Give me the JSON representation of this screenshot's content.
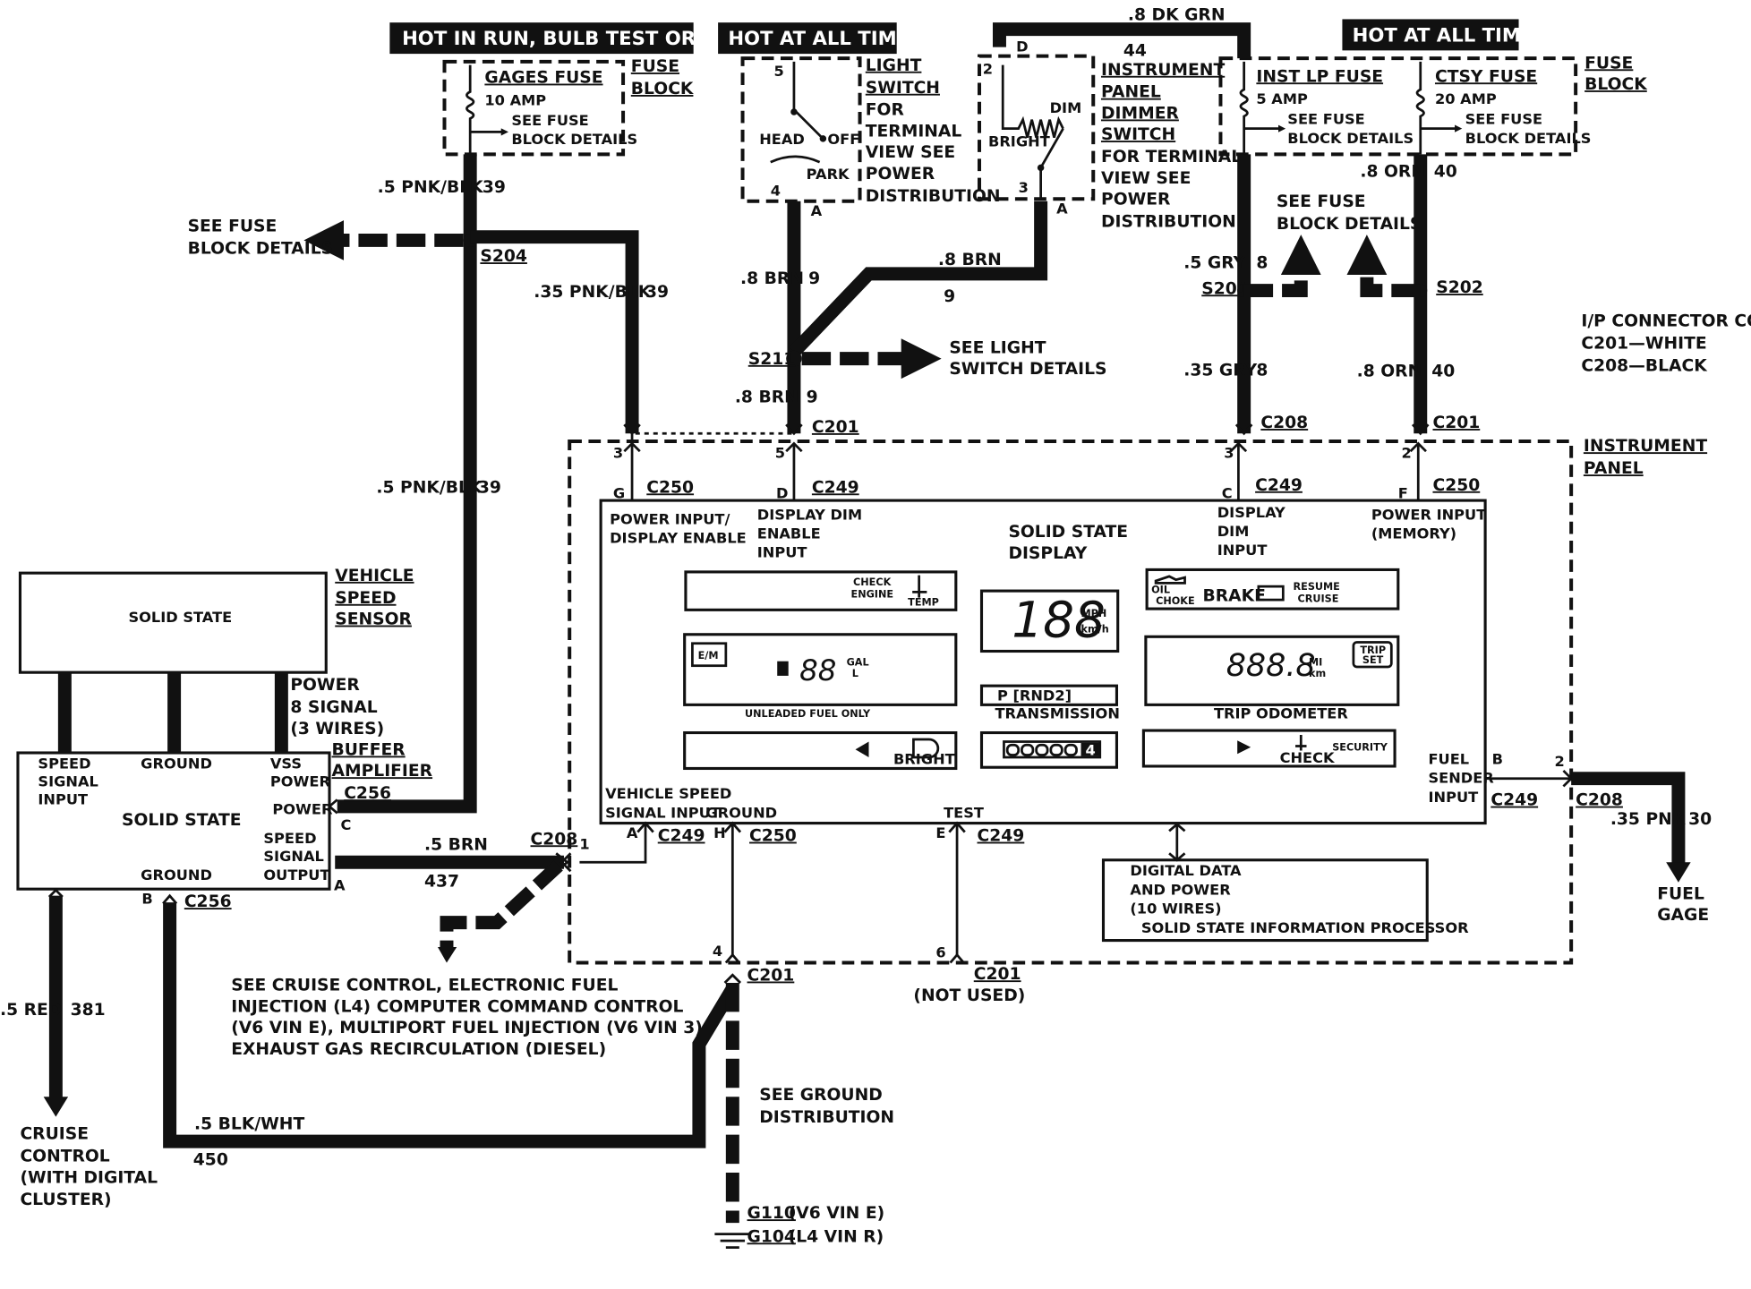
{
  "headers": {
    "hot_run": "HOT IN RUN,  BULB TEST OR START",
    "hot_all_1": "HOT AT ALL TIMES",
    "hot_all_2": "HOT AT ALL TIMES"
  },
  "fuses": {
    "gages": {
      "name": "GAGES FUSE",
      "amp": "10 AMP",
      "see1": "SEE FUSE",
      "see2": "BLOCK DETAILS"
    },
    "inst_lp": {
      "name": "INST LP FUSE",
      "amp": "5 AMP",
      "see1": "SEE FUSE",
      "see2": "BLOCK DETAILS"
    },
    "ctsy": {
      "name": "CTSY FUSE",
      "amp": "20 AMP",
      "see1": "SEE FUSE",
      "see2": "BLOCK DETAILS"
    },
    "fuse_block_l": [
      "FUSE",
      "BLOCK"
    ],
    "fuse_block_r": [
      "FUSE",
      "BLOCK"
    ]
  },
  "light_switch": {
    "lines": [
      "LIGHT",
      "SWITCH",
      "FOR",
      "TERMINAL",
      "VIEW SEE",
      "POWER",
      "DISTRIBUTION"
    ],
    "head": "HEAD",
    "off": "OFF",
    "park": "PARK",
    "pin5": "5",
    "pin4": "4",
    "pinA": "A"
  },
  "dimmer": {
    "num": "44",
    "lines": [
      "INSTRUMENT",
      "PANEL",
      "DIMMER",
      "SWITCH",
      "FOR TERMINAL",
      "VIEW SEE",
      "POWER",
      "DISTRIBUTION"
    ],
    "dim": "DIM",
    "bright": "BRIGHT",
    "pinD": "D",
    "pin2": "2",
    "pin3": "3",
    "pinA": "A"
  },
  "wires": {
    "dk_grn": ".8 DK GRN",
    "pnk_blk_39a": ".5 PNK/BLK",
    "n39a": "39",
    "pnk_blk_35": ".35 PNK/BLK",
    "n39b": "39",
    "pnk_blk_39c": ".5 PNK/BLK",
    "n39c": "39",
    "brn_9a": ".8 BRN",
    "n9a": "9",
    "brn_9b": ".8 BRN",
    "n9b": "9",
    "brn_9c": ".8 BRN",
    "n9c": "9",
    "gry_8a": ".5 GRY",
    "n8a": "8",
    "gry_8b": ".35 GRY",
    "n8b": "8",
    "orn_40a": ".8 ORN",
    "n40a": "40",
    "orn_40b": ".8 ORN",
    "n40b": "40",
    "brn_437": ".5 BRN",
    "n437": "437",
    "red_381": ".5 RED",
    "n381": "381",
    "blk_wht": ".5 BLK/WHT",
    "n450": "450",
    "pnk_30": ".35 PNK",
    "n30": "30"
  },
  "splices": {
    "s204": "S204",
    "s211": "S211",
    "s201": "S201",
    "s202": "S202"
  },
  "connectors": {
    "c201a": "C201",
    "c208a": "C208",
    "c201b": "C201",
    "c250a": "C250",
    "c249a": "C249",
    "c249b": "C249",
    "c250b": "C250",
    "c249c": "C249",
    "c250c": "C250",
    "c249d": "C249",
    "c249e": "C249",
    "c208b": "C208",
    "c208c": "C208",
    "c256a": "C256",
    "c256b": "C256",
    "c201c": "C201",
    "c201d": "C201"
  },
  "pins": {
    "p3": "3",
    "p5": "5",
    "p3b": "3",
    "p2": "2",
    "pG": "G",
    "pD": "D",
    "pC": "C",
    "pF": "F",
    "pA": "A",
    "pH": "H",
    "pE": "E",
    "pB": "B",
    "p2b": "2",
    "p1": "1",
    "p4": "4",
    "p6": "6",
    "vC": "C",
    "vA": "A",
    "vB": "B"
  },
  "ip_connector": {
    "title": "I/P CONNECTOR COLOR",
    "c201": "C201—WHITE",
    "c208": "C208—BLACK"
  },
  "notes": {
    "see_fuse_left": [
      "SEE FUSE",
      "BLOCK DETAILS"
    ],
    "see_fuse_right": [
      "SEE FUSE",
      "BLOCK DETAILS"
    ],
    "see_light": [
      "SEE LIGHT",
      "SWITCH DETAILS"
    ],
    "cruise_note": [
      "SEE CRUISE CONTROL, ELECTRONIC FUEL",
      "INJECTION (L4) COMPUTER COMMAND CONTROL",
      "(V6 VIN E), MULTIPORT FUEL INJECTION (V6 VIN 3),",
      "EXHAUST GAS RECIRCULATION (DIESEL)"
    ],
    "ground_dist": [
      "SEE GROUND",
      "DISTRIBUTION"
    ],
    "not_used": "(NOT USED)",
    "cruise_control": [
      "CRUISE",
      "CONTROL",
      "(WITH DIGITAL",
      "CLUSTER)"
    ],
    "fuel_gage": [
      "FUEL",
      "GAGE"
    ],
    "ground_g110": "G110",
    "ground_g110_note": "(V6 VIN E)",
    "ground_g104": "G104",
    "ground_g104_note": "(L4 VIN R)"
  },
  "vss": {
    "title": [
      "VEHICLE",
      "SPEED",
      "SENSOR"
    ],
    "solid_state": "SOLID STATE",
    "power_lines": [
      "POWER",
      "8 SIGNAL",
      "(3 WIRES)"
    ],
    "buffer": [
      "BUFFER",
      "AMPLIFIER"
    ],
    "speed_signal_input": [
      "SPEED",
      "SIGNAL",
      "INPUT"
    ],
    "ground": "GROUND",
    "vss_power": [
      "VSS",
      "POWER"
    ],
    "power": "POWER",
    "speed_signal_output": [
      "SPEED",
      "SIGNAL",
      "OUTPUT"
    ],
    "ground2": "GROUND",
    "solid_state2": "SOLID STATE"
  },
  "instrument_panel": {
    "title": [
      "INSTRUMENT",
      "PANEL"
    ],
    "power_input": [
      "POWER INPUT/",
      "DISPLAY ENABLE"
    ],
    "display_dim_enable": [
      "DISPLAY DIM",
      "ENABLE",
      "INPUT"
    ],
    "solid_state_display": [
      "SOLID STATE",
      "DISPLAY"
    ],
    "display_dim_input": [
      "DISPLAY",
      "DIM",
      "INPUT"
    ],
    "power_input_mem": [
      "POWER INPUT",
      "(MEMORY)"
    ],
    "check_engine": [
      "CHECK",
      "ENGINE"
    ],
    "temp": "TEMP",
    "speed": "188",
    "mph": "MPH",
    "kmh": "km/h",
    "oil": "OIL",
    "choke": "CHOKE",
    "brake": "BRAKE",
    "resume": [
      "RESUME",
      "CRUISE"
    ],
    "fuel_em": "E/M",
    "fuel_val": "88",
    "gal": "GAL",
    "liter": "L",
    "unleaded": "UNLEADED FUEL ONLY",
    "prnd": "P  [RND2]",
    "transmission": "TRANSMISSION",
    "odo": "888.8",
    "mi": "MI",
    "km": "km",
    "trip_set": [
      "TRIP",
      "SET"
    ],
    "trip_odometer": "TRIP  ODOMETER",
    "bright": "BRIGHT",
    "gear_digit": "4",
    "check": "CHECK",
    "security": "SECURITY",
    "fuel_sender": [
      "FUEL",
      "SENDER",
      "INPUT"
    ],
    "vehicle_speed_input": [
      "VEHICLE SPEED",
      "SIGNAL INPUT"
    ],
    "ground": "GROUND",
    "test": "TEST",
    "processor": [
      "DIGITAL DATA",
      "AND POWER",
      "(10 WIRES)",
      "SOLID STATE INFORMATION PROCESSOR"
    ]
  }
}
